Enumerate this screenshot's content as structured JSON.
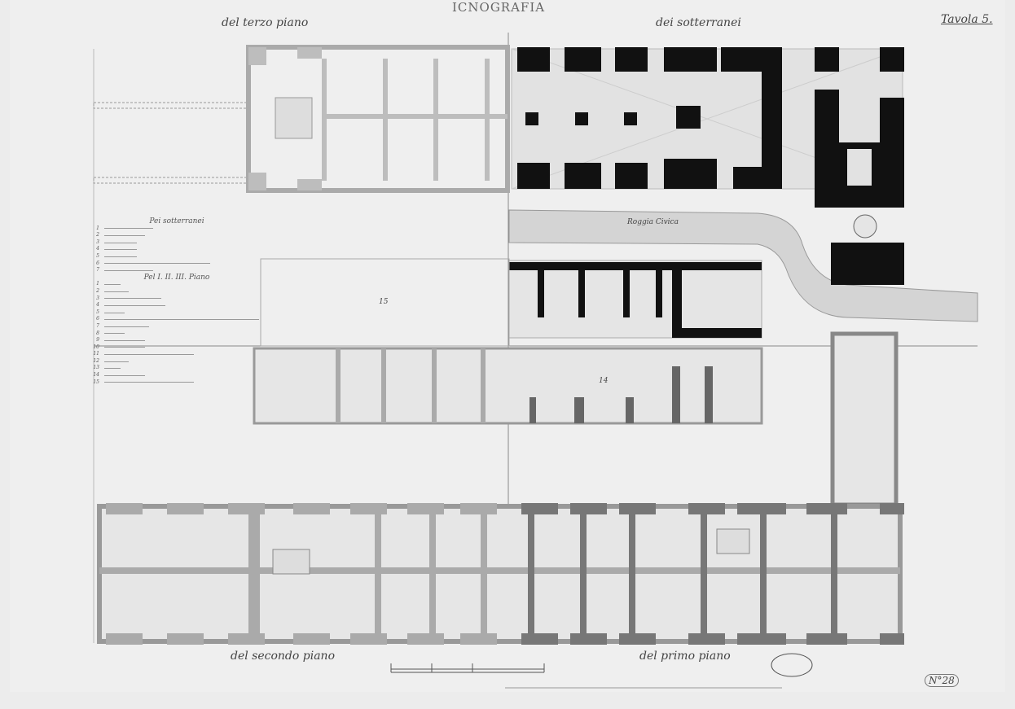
{
  "title": "ICNOGRAFIA",
  "plate": "Tavola 5.",
  "labels": {
    "third_floor": "del terzo piano",
    "basement": "dei sotterranei",
    "second_floor": "del secondo piano",
    "first_floor": "del primo piano",
    "canal": "Roggia Civica",
    "catalog_number": "N°28"
  },
  "legend": {
    "basement_heading": "Pei sotterranei",
    "basement_items": [
      "1",
      "2",
      "3",
      "4",
      "5",
      "6",
      "7"
    ],
    "floors_heading": "Pel I. II. III. Piano",
    "floor_items": [
      "1",
      "2",
      "3",
      "4",
      "5",
      "6",
      "7",
      "8",
      "9",
      "10",
      "11",
      "12",
      "13",
      "14",
      "15"
    ]
  },
  "room_numbers": {
    "large_hall": "15",
    "wing": "14"
  },
  "colors": {
    "paper": "#efefef",
    "ink": "#111111",
    "wash": "#b9b9b9",
    "dark_wash": "#8f8f8f"
  }
}
